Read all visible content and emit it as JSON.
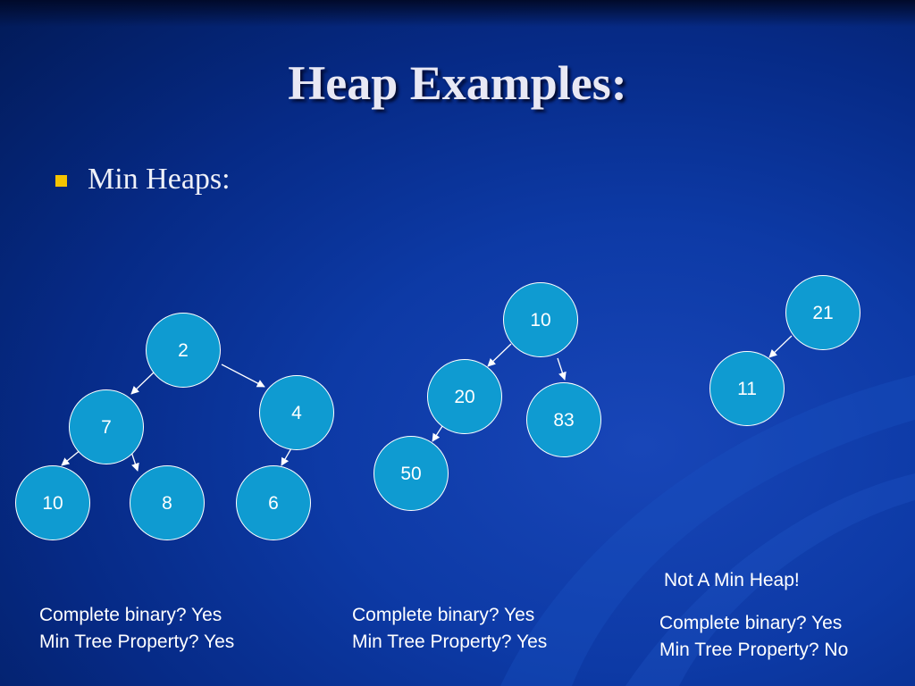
{
  "slide": {
    "title": "Heap Examples:",
    "bullet": "Min Heaps:"
  },
  "colors": {
    "background": "#062a86",
    "node_fill": "#0f9bd1",
    "bullet": "#f5c400",
    "text": "#ffffff"
  },
  "trees": [
    {
      "nodes": [
        "2",
        "7",
        "4",
        "10",
        "8",
        "6"
      ],
      "caption": {
        "heading": "",
        "complete": "Complete binary? Yes",
        "property": "Min Tree Property? Yes"
      }
    },
    {
      "nodes": [
        "10",
        "20",
        "83",
        "50"
      ],
      "caption": {
        "heading": "",
        "complete": "Complete binary? Yes",
        "property": "Min Tree Property? Yes"
      }
    },
    {
      "nodes": [
        "21",
        "11"
      ],
      "caption": {
        "heading": "Not A Min Heap!",
        "complete": "Complete binary? Yes",
        "property": "Min Tree Property? No"
      }
    }
  ]
}
